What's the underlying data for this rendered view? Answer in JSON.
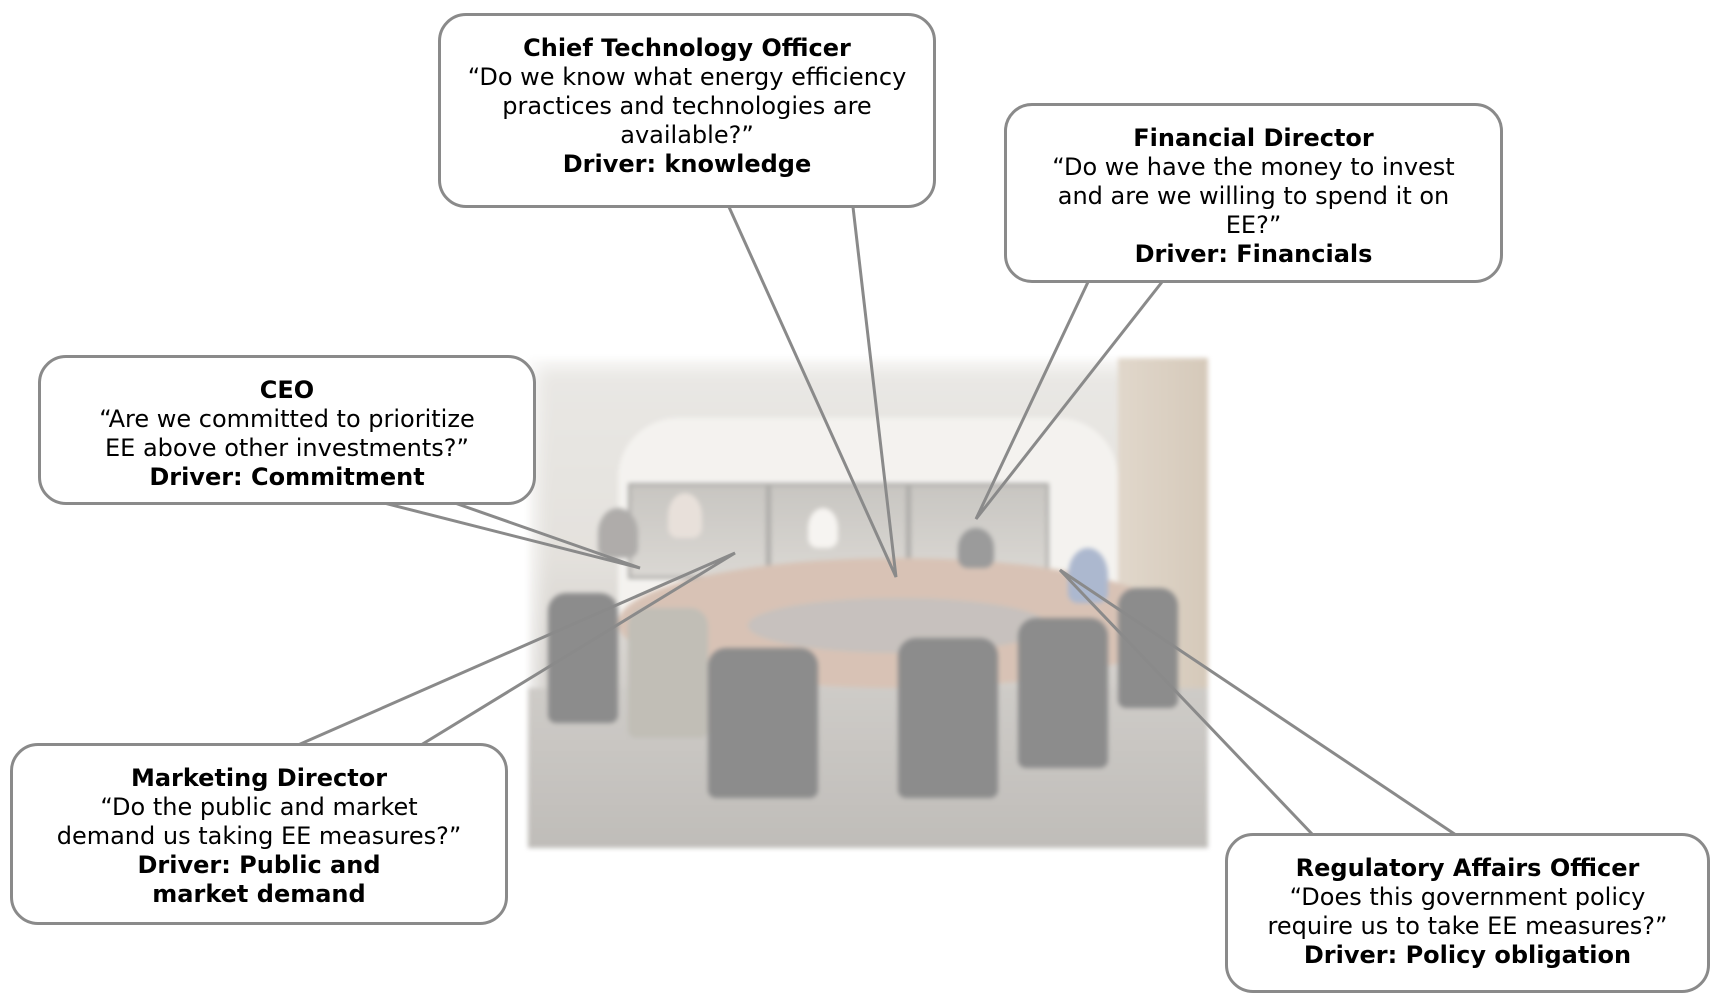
{
  "callouts": {
    "cto": {
      "role": "Chief Technology Officer",
      "quote": "“Do we know what energy efficiency practices and technologies are available?”",
      "driver": "Driver: knowledge"
    },
    "financial": {
      "role": "Financial Director",
      "quote": "“Do we have the money to invest and are we willing to spend it on EE?”",
      "driver": "Driver: Financials"
    },
    "ceo": {
      "role": "CEO",
      "quote": "“Are we committed to prioritize EE above other investments?”",
      "driver": "Driver: Commitment"
    },
    "marketing": {
      "role": "Marketing Director",
      "quote": "“Do the public and market demand us taking EE measures?”",
      "driver": "Driver: Public and market demand"
    },
    "regulatory": {
      "role": "Regulatory Affairs Officer",
      "quote": "“Does this government policy require us to take EE measures?”",
      "driver": "Driver: Policy obligation"
    }
  },
  "colors": {
    "bubble_border": "#8a8a8a",
    "bubble_fill": "#ffffff"
  },
  "image": {
    "subject": "meeting-room-photo"
  }
}
